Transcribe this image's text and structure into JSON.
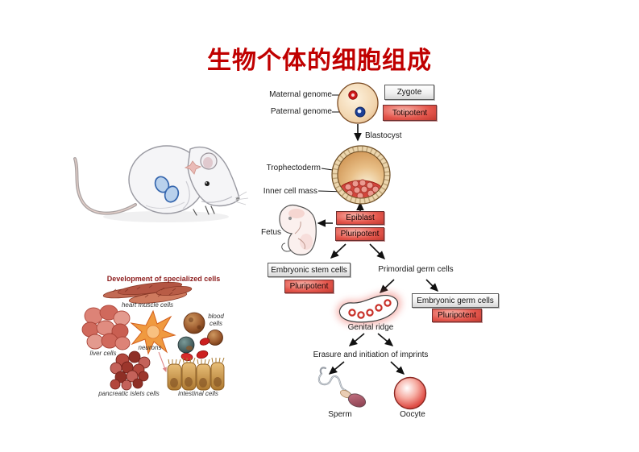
{
  "slide": {
    "title": "生物个体的细胞组成",
    "title_color": "#c00000",
    "background_color": "#ffffff"
  },
  "flow_diagram": {
    "labels": {
      "maternal_genome": "Maternal genome",
      "paternal_genome": "Paternal genome",
      "blastocyst": "Blastocyst",
      "trophectoderm": "Trophectoderm",
      "inner_cell_mass": "Inner cell mass",
      "fetus": "Fetus",
      "primordial_germ_cells": "Primordial germ cells",
      "genital_ridge": "Genital ridge",
      "erasure": "Erasure and initiation of imprints",
      "sperm": "Sperm",
      "oocyte": "Oocyte"
    },
    "boxes": {
      "zygote": "Zygote",
      "totipotent": "Totipotent",
      "epiblast": "Epiblast",
      "pluripotent_epiblast": "Pluripotent",
      "embryonic_stem_cells": "Embryonic stem cells",
      "pluripotent_escs": "Pluripotent",
      "embryonic_germ_cells": "Embryonic germ cells",
      "pluripotent_egcs": "Pluripotent"
    },
    "colors": {
      "potency_box_fill": "#e4564c",
      "plain_box_fill": "#eeeeee",
      "box_border": "#5a5a5a",
      "maternal_genome_dot": "#d01818",
      "paternal_genome_dot": "#1c3f96",
      "oocyte_fill": "#e05048",
      "arrow": "#111111"
    }
  },
  "specialized_cells_panel": {
    "title": "Development of specialized cells",
    "title_color": "#8b1a1a",
    "labels": {
      "heart_muscle": "heart muscle cells",
      "liver": "liver cells",
      "neurons": "neurons",
      "blood": "blood cells",
      "pancreatic": "pancreatic islets cells",
      "intestinal": "intestinal cells"
    }
  }
}
